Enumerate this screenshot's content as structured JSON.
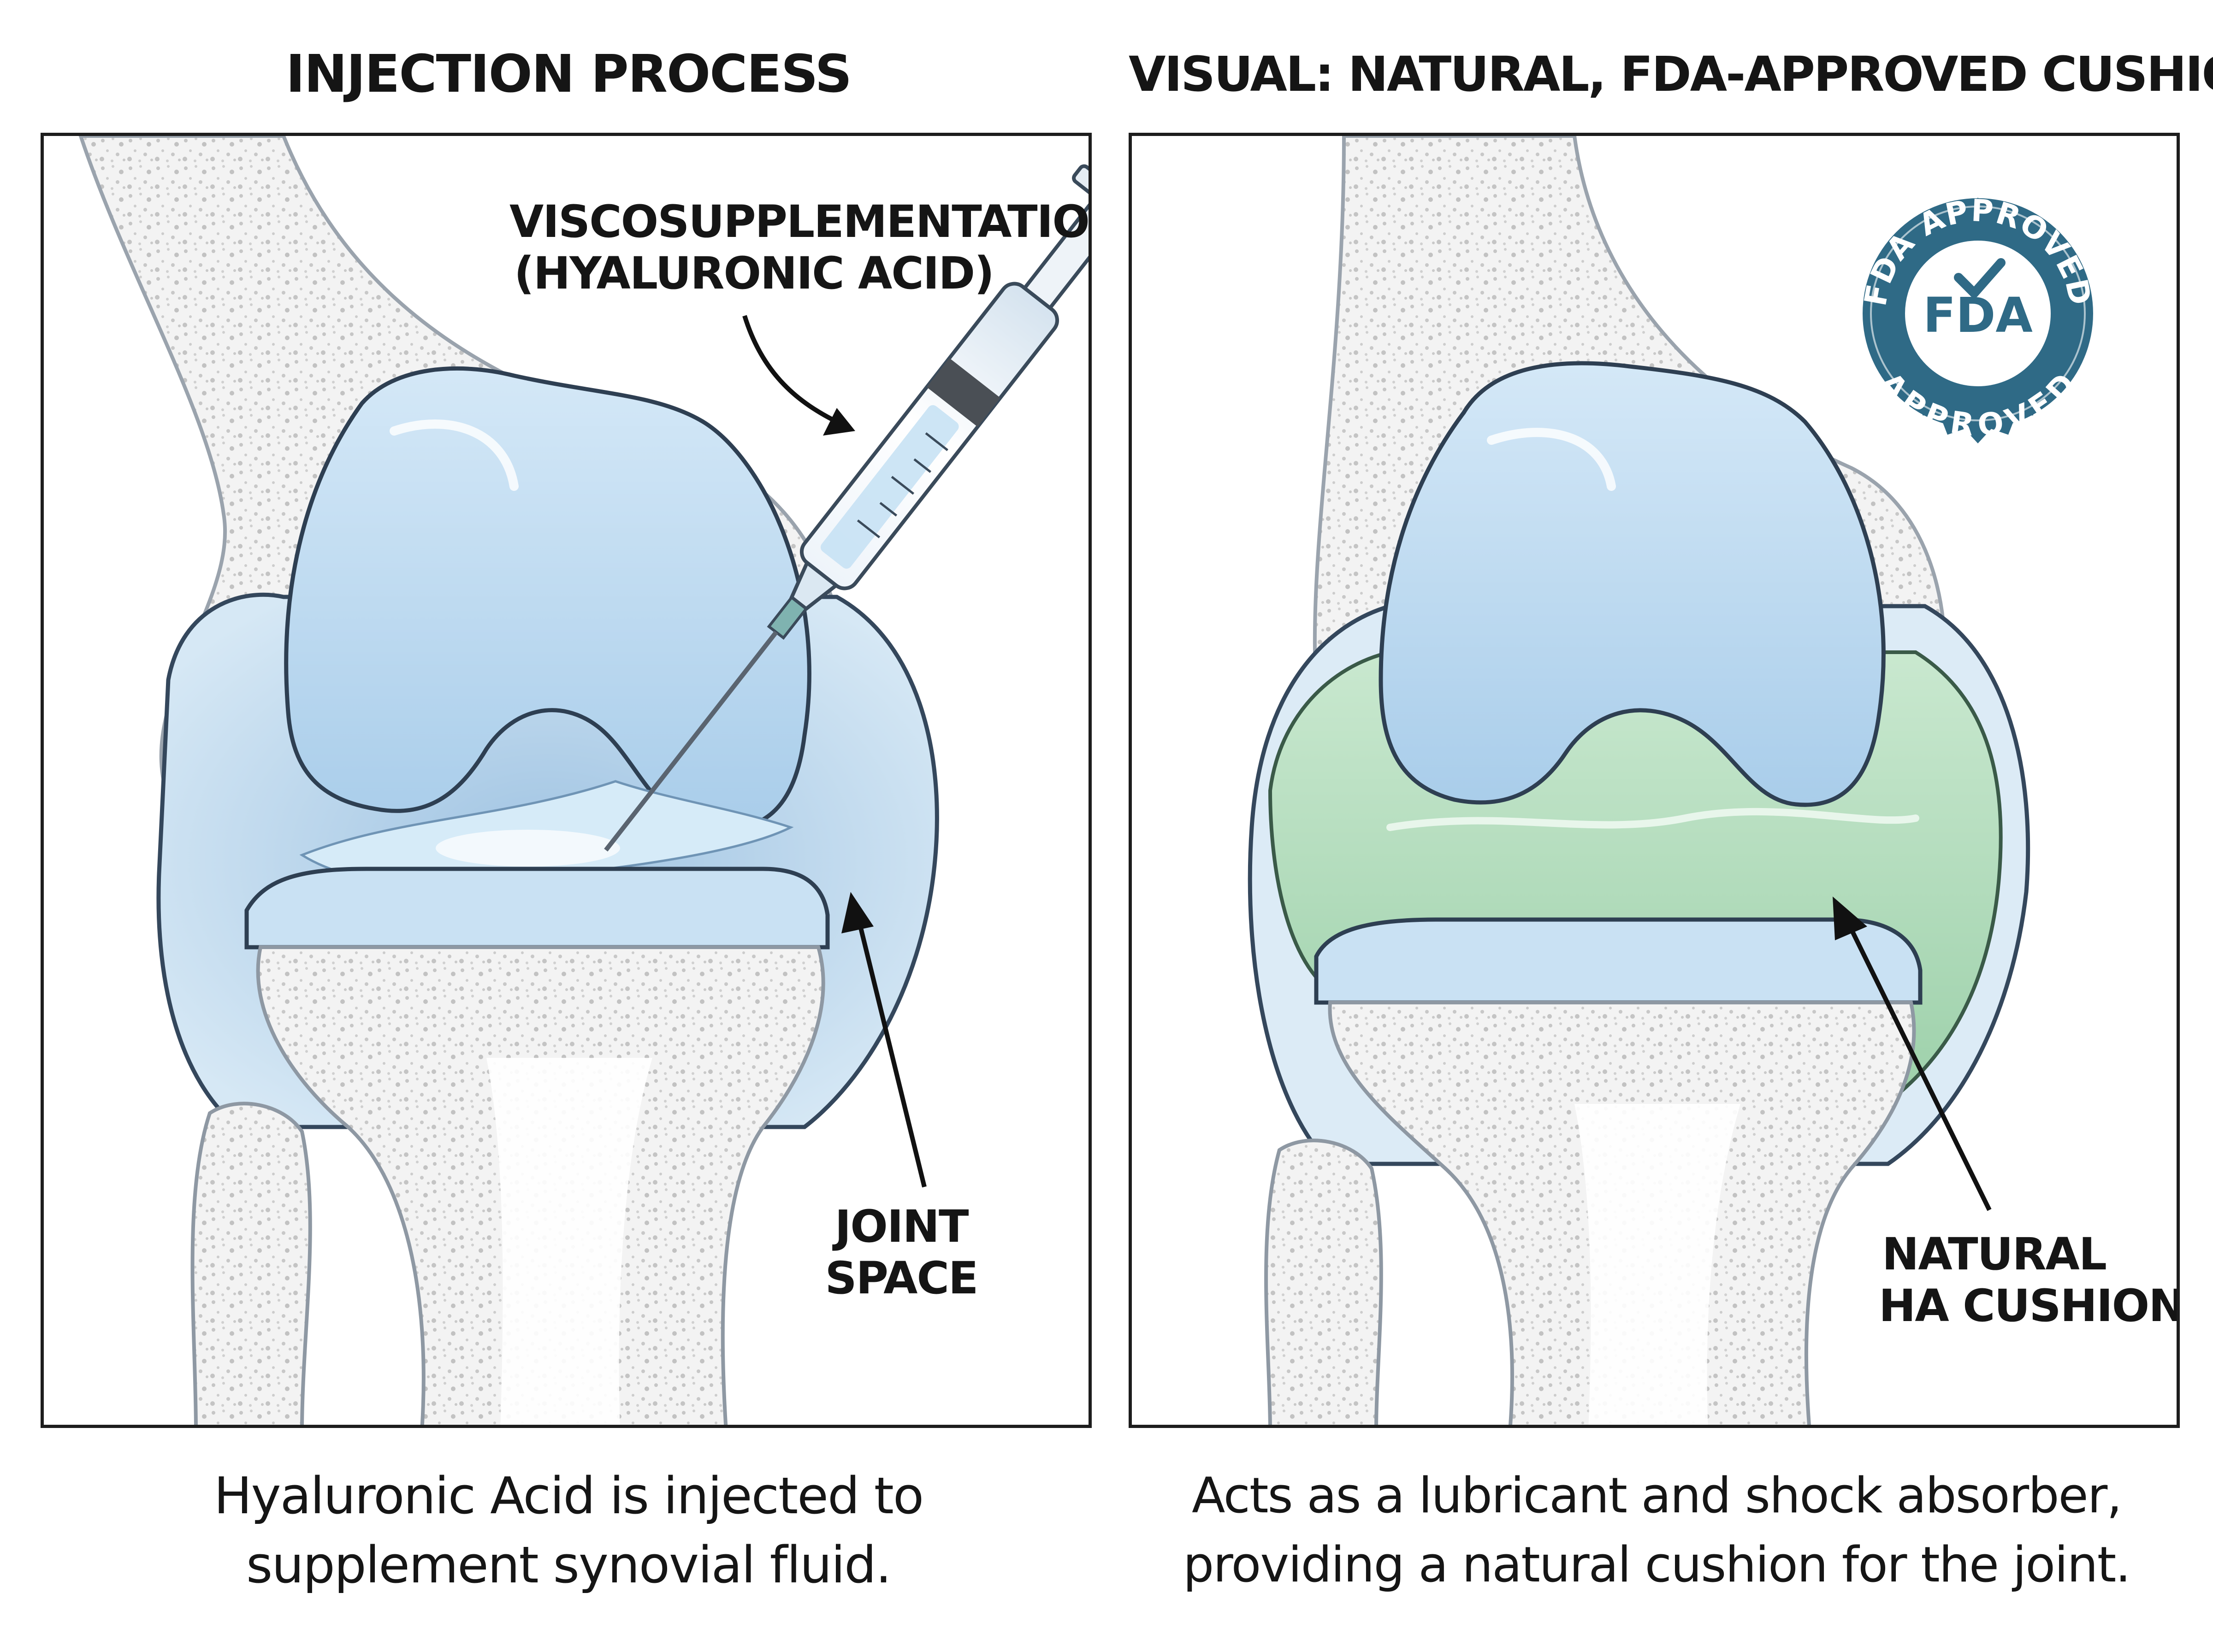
{
  "left_panel": {
    "title": "INJECTION PROCESS",
    "label_substance_line1": "VISCOSUPPLEMENTATION",
    "label_substance_line2": "(HYALURONIC ACID)",
    "label_space_line1": "JOINT",
    "label_space_line2": "SPACE",
    "caption_line1": "Hyaluronic Acid is injected to",
    "caption_line2": "supplement synovial fluid."
  },
  "right_panel": {
    "title": "VISUAL: NATURAL, FDA-APPROVED CUSHION",
    "label_cushion_line1": "NATURAL",
    "label_cushion_line2": "HA CUSHION",
    "caption_line1": "Acts as a lubricant and shock absorber,",
    "caption_line2": "providing a natural cushion for the joint.",
    "seal": {
      "top_text": "FDA APPROVED",
      "center_text": "FDA",
      "bottom_text": "APPROVED"
    }
  },
  "colors": {
    "bone_fill": "#f2f2f2",
    "bone_speckle": "#c9c9c9",
    "cartilage_blue": "#bcdcf2",
    "capsule_blue": "#a9c8e3",
    "fluid_green": "#b6dcbf",
    "seal_teal": "#2f6a86",
    "outline": "#2c3746"
  }
}
